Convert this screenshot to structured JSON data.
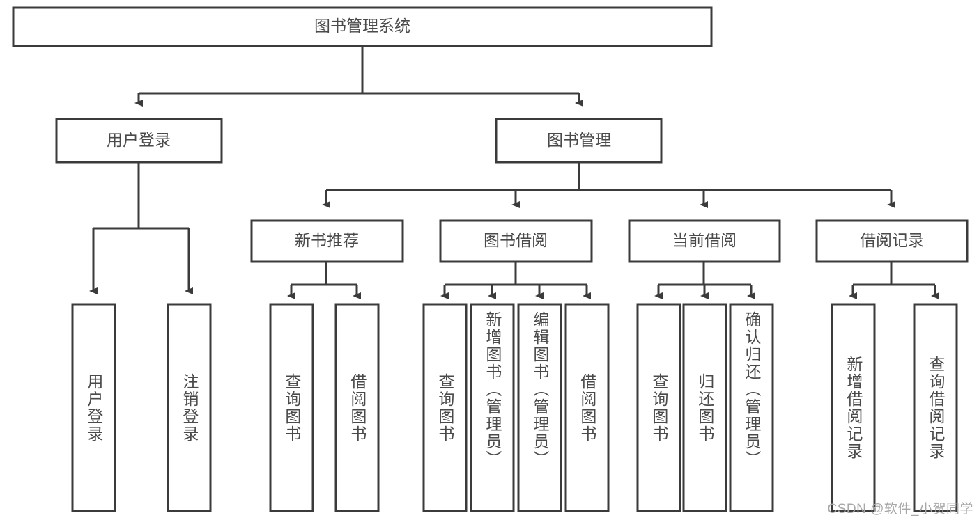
{
  "diagram": {
    "title": "图书管理系统",
    "type": "tree",
    "stroke_color": "#3b3b3b",
    "text_color": "#4a4a4a",
    "background": "#ffffff"
  },
  "root": {
    "label": "图书管理系统"
  },
  "level2": [
    {
      "label": "用户登录"
    },
    {
      "label": "图书管理"
    }
  ],
  "level3": [
    {
      "label": "新书推荐"
    },
    {
      "label": "图书借阅"
    },
    {
      "label": "当前借阅"
    },
    {
      "label": "借阅记录"
    }
  ],
  "leaves": {
    "user_login": [
      {
        "label": "用户登录"
      },
      {
        "label": "注销登录"
      }
    ],
    "new_book": [
      {
        "label": "查询图书"
      },
      {
        "label": "借阅图书"
      }
    ],
    "book_borrow": [
      {
        "label": "查询图书"
      },
      {
        "label": "新增图书（管理员）"
      },
      {
        "label": "编辑图书（管理员）"
      },
      {
        "label": "借阅图书"
      }
    ],
    "current_borrow": [
      {
        "label": "查询图书"
      },
      {
        "label": "归还图书"
      },
      {
        "label": "确认归还（管理员）"
      }
    ],
    "borrow_record": [
      {
        "label": "新增借阅记录"
      },
      {
        "label": "查询借阅记录"
      }
    ]
  },
  "watermark": {
    "text": "CSDN @软件_小贺同学"
  }
}
